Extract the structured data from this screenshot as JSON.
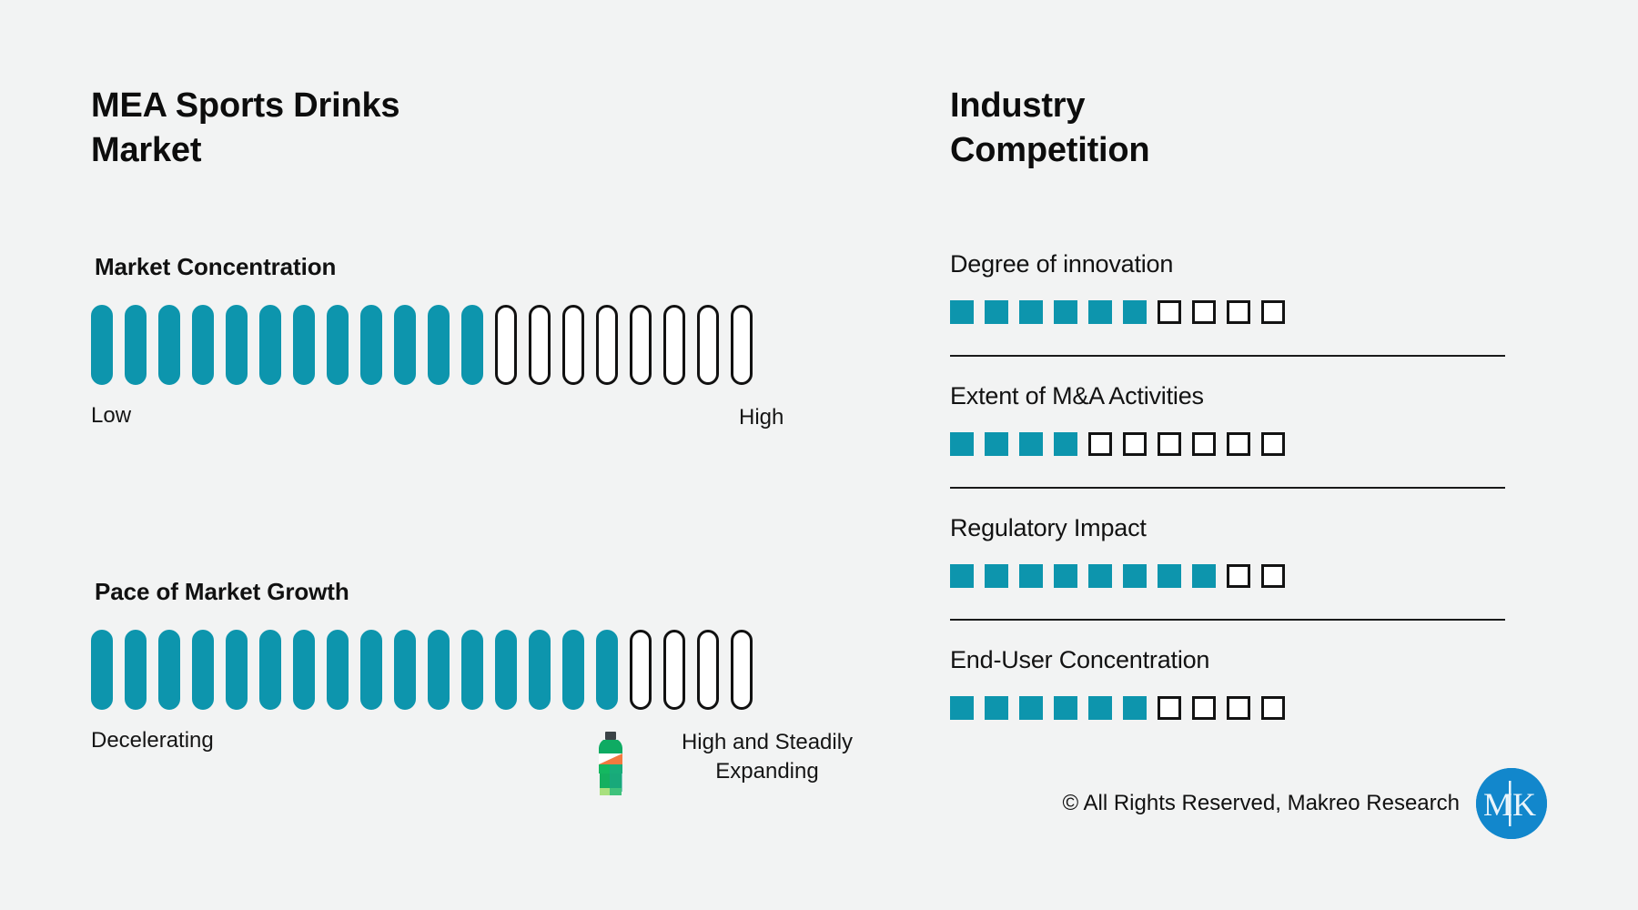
{
  "colors": {
    "background": "#f2f3f3",
    "accent_teal": "#0d95ad",
    "outline": "#111111",
    "logo_blue": "#1287cc",
    "text": "#111111"
  },
  "left_panel": {
    "title": "MEA Sports Drinks\nMarket",
    "metrics": [
      {
        "label": "Market Concentration",
        "scale_min_label": "Low",
        "scale_max_label": "High",
        "total_units": 20,
        "filled_units": 12
      },
      {
        "label": "Pace of Market Growth",
        "scale_min_label": "Decelerating",
        "scale_max_label": "High and Steadily\nExpanding",
        "total_units": 20,
        "filled_units": 16,
        "icon": "sports-drink-bottle-icon"
      }
    ]
  },
  "right_panel": {
    "title": "Industry\nCompetition",
    "metrics": [
      {
        "label": "Degree of innovation",
        "total_units": 10,
        "filled_units": 6
      },
      {
        "label": "Extent of M&A Activities",
        "total_units": 10,
        "filled_units": 4
      },
      {
        "label": "Regulatory Impact",
        "total_units": 10,
        "filled_units": 8
      },
      {
        "label": "End-User Concentration",
        "total_units": 10,
        "filled_units": 6
      }
    ]
  },
  "footer": {
    "copyright": "© All Rights Reserved, Makreo Research",
    "logo_text": "MK"
  },
  "chart_data": {
    "type": "bar",
    "title": "MEA Sports Drinks Market — Market Concentration, Pace of Market Growth and Industry Competition",
    "charts": [
      {
        "name": "Market Concentration",
        "type": "segmented-gauge",
        "total_units": 20,
        "filled_units": 12,
        "value_fraction": 0.6,
        "axis_min_label": "Low",
        "axis_max_label": "High"
      },
      {
        "name": "Pace of Market Growth",
        "type": "segmented-gauge",
        "total_units": 20,
        "filled_units": 16,
        "value_fraction": 0.8,
        "axis_min_label": "Decelerating",
        "axis_max_label": "High and Steadily Expanding"
      },
      {
        "name": "Industry Competition",
        "type": "segmented-gauge-group",
        "categories": [
          "Degree of innovation",
          "Extent of M&A Activities",
          "Regulatory Impact",
          "End-User Concentration"
        ],
        "values": [
          6,
          4,
          8,
          6
        ],
        "total_units": 10,
        "ylim": [
          0,
          10
        ]
      }
    ],
    "legend": [],
    "grid": false
  }
}
